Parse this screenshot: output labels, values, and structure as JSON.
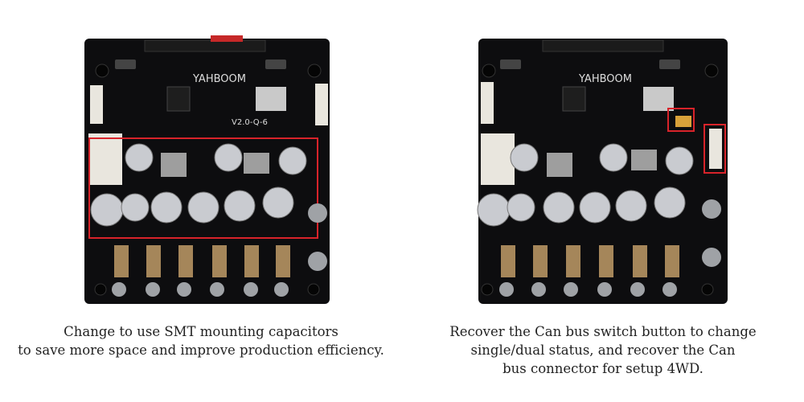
{
  "panels": [
    {
      "id": "left",
      "caption_lines": [
        "Change to use SMT mounting capacitors",
        "to save more space and improve production efficiency."
      ]
    },
    {
      "id": "right",
      "caption_lines": [
        "Recover the Can bus switch button to change",
        "single/dual status, and recover the Can",
        "bus connector for setup 4WD."
      ]
    }
  ],
  "colors": {
    "pcb": "#0d0d0f",
    "highlight": "#d8232a",
    "header_pins": "#1a1a1a",
    "connector": "#e9e6de",
    "capacitor": "#c9cbd0",
    "smd_pad": "#a5865a",
    "terminal": "#9fa2a6"
  },
  "board_labels": {
    "brand": "YAHBOOM",
    "version": "V2.0-Q-6"
  }
}
